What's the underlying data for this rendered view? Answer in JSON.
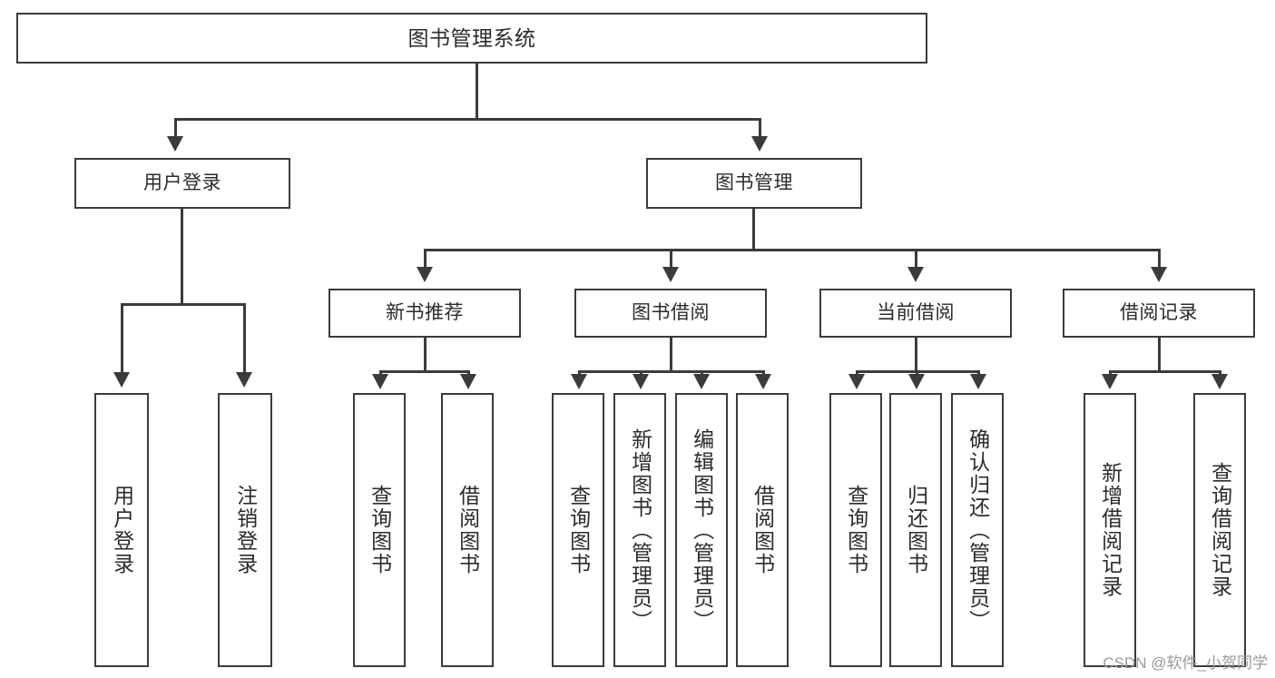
{
  "diagram": {
    "title": "图书管理系统",
    "type": "tree",
    "root": {
      "label": "图书管理系统"
    },
    "level1": [
      {
        "label": "用户登录"
      },
      {
        "label": "图书管理"
      }
    ],
    "level2": [
      {
        "label": "新书推荐",
        "parent": "图书管理"
      },
      {
        "label": "图书借阅",
        "parent": "图书管理"
      },
      {
        "label": "当前借阅",
        "parent": "图书管理"
      },
      {
        "label": "借阅记录",
        "parent": "图书管理"
      }
    ],
    "leaves": {
      "user_login": [
        {
          "label": "用户登录"
        },
        {
          "label": "注销登录"
        }
      ],
      "new_book": [
        {
          "label": "查询图书"
        },
        {
          "label": "借阅图书"
        }
      ],
      "borrow_book": [
        {
          "label": "查询图书"
        },
        {
          "label": "新增图书（管理员）"
        },
        {
          "label": "编辑图书（管理员）"
        },
        {
          "label": "借阅图书"
        }
      ],
      "current_borrow": [
        {
          "label": "查询图书"
        },
        {
          "label": "归还图书"
        },
        {
          "label": "确认归还（管理员）"
        }
      ],
      "borrow_record": [
        {
          "label": "新增借阅记录"
        },
        {
          "label": "查询借阅记录"
        }
      ]
    }
  },
  "watermark": {
    "text": "CSDN @软件_小贺同学"
  },
  "colors": {
    "stroke": "#3b3b3b",
    "text": "#2b2b2b",
    "background": "#ffffff",
    "watermark": "#9a9a9a"
  }
}
